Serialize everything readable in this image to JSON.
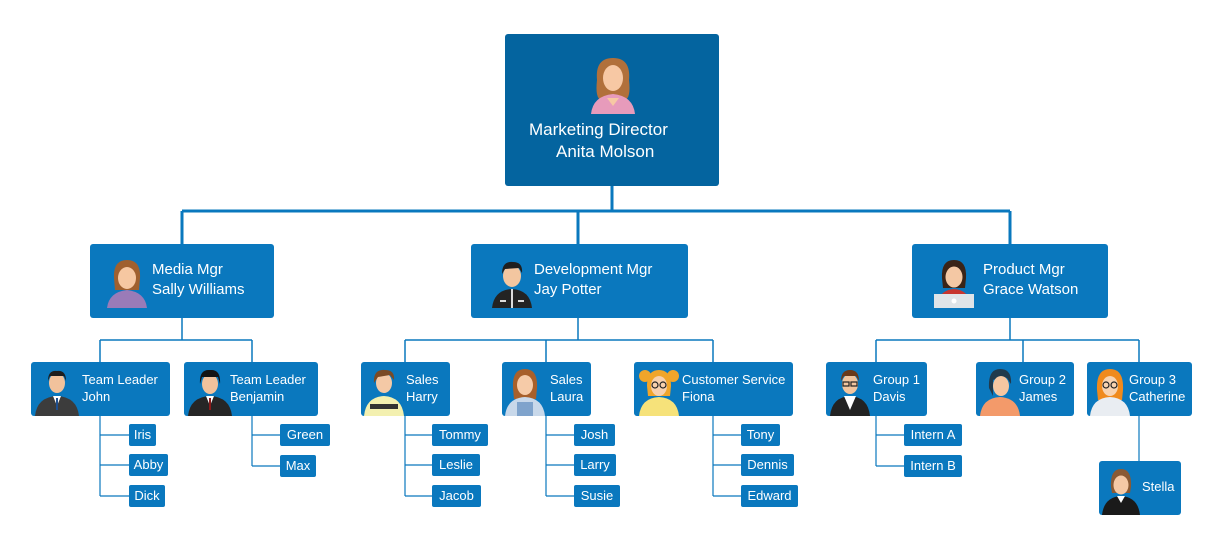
{
  "director": {
    "title": "Marketing Director",
    "name": "Anita Molson"
  },
  "managers": [
    {
      "title": "Media Mgr",
      "name": "Sally Williams"
    },
    {
      "title": "Development Mgr",
      "name": "Jay Potter"
    },
    {
      "title": "Product Mgr",
      "name": "Grace Watson"
    }
  ],
  "leads": [
    {
      "title": "Team Leader",
      "name": "John",
      "members": [
        "Iris",
        "Abby",
        "Dick"
      ]
    },
    {
      "title": "Team Leader",
      "name": "Benjamin",
      "members": [
        "Green",
        "Max"
      ]
    },
    {
      "title": "Sales",
      "name": "Harry",
      "members": [
        "Tommy",
        "Leslie",
        "Jacob"
      ]
    },
    {
      "title": "Sales",
      "name": "Laura",
      "members": [
        "Josh",
        "Larry",
        "Susie"
      ]
    },
    {
      "title": "Customer Service",
      "name": "Fiona",
      "members": [
        "Tony",
        "Dennis",
        "Edward"
      ]
    },
    {
      "title": "Group 1",
      "name": "Davis",
      "members": [
        "Intern A",
        "Intern B"
      ]
    },
    {
      "title": "Group 2",
      "name": "James",
      "members": []
    },
    {
      "title": "Group 3",
      "name": "Catherine",
      "members": []
    }
  ],
  "extra": {
    "name": "Stella"
  },
  "colors": {
    "top": "#04649f",
    "box": "#0a78be",
    "line": "#0a78be"
  }
}
